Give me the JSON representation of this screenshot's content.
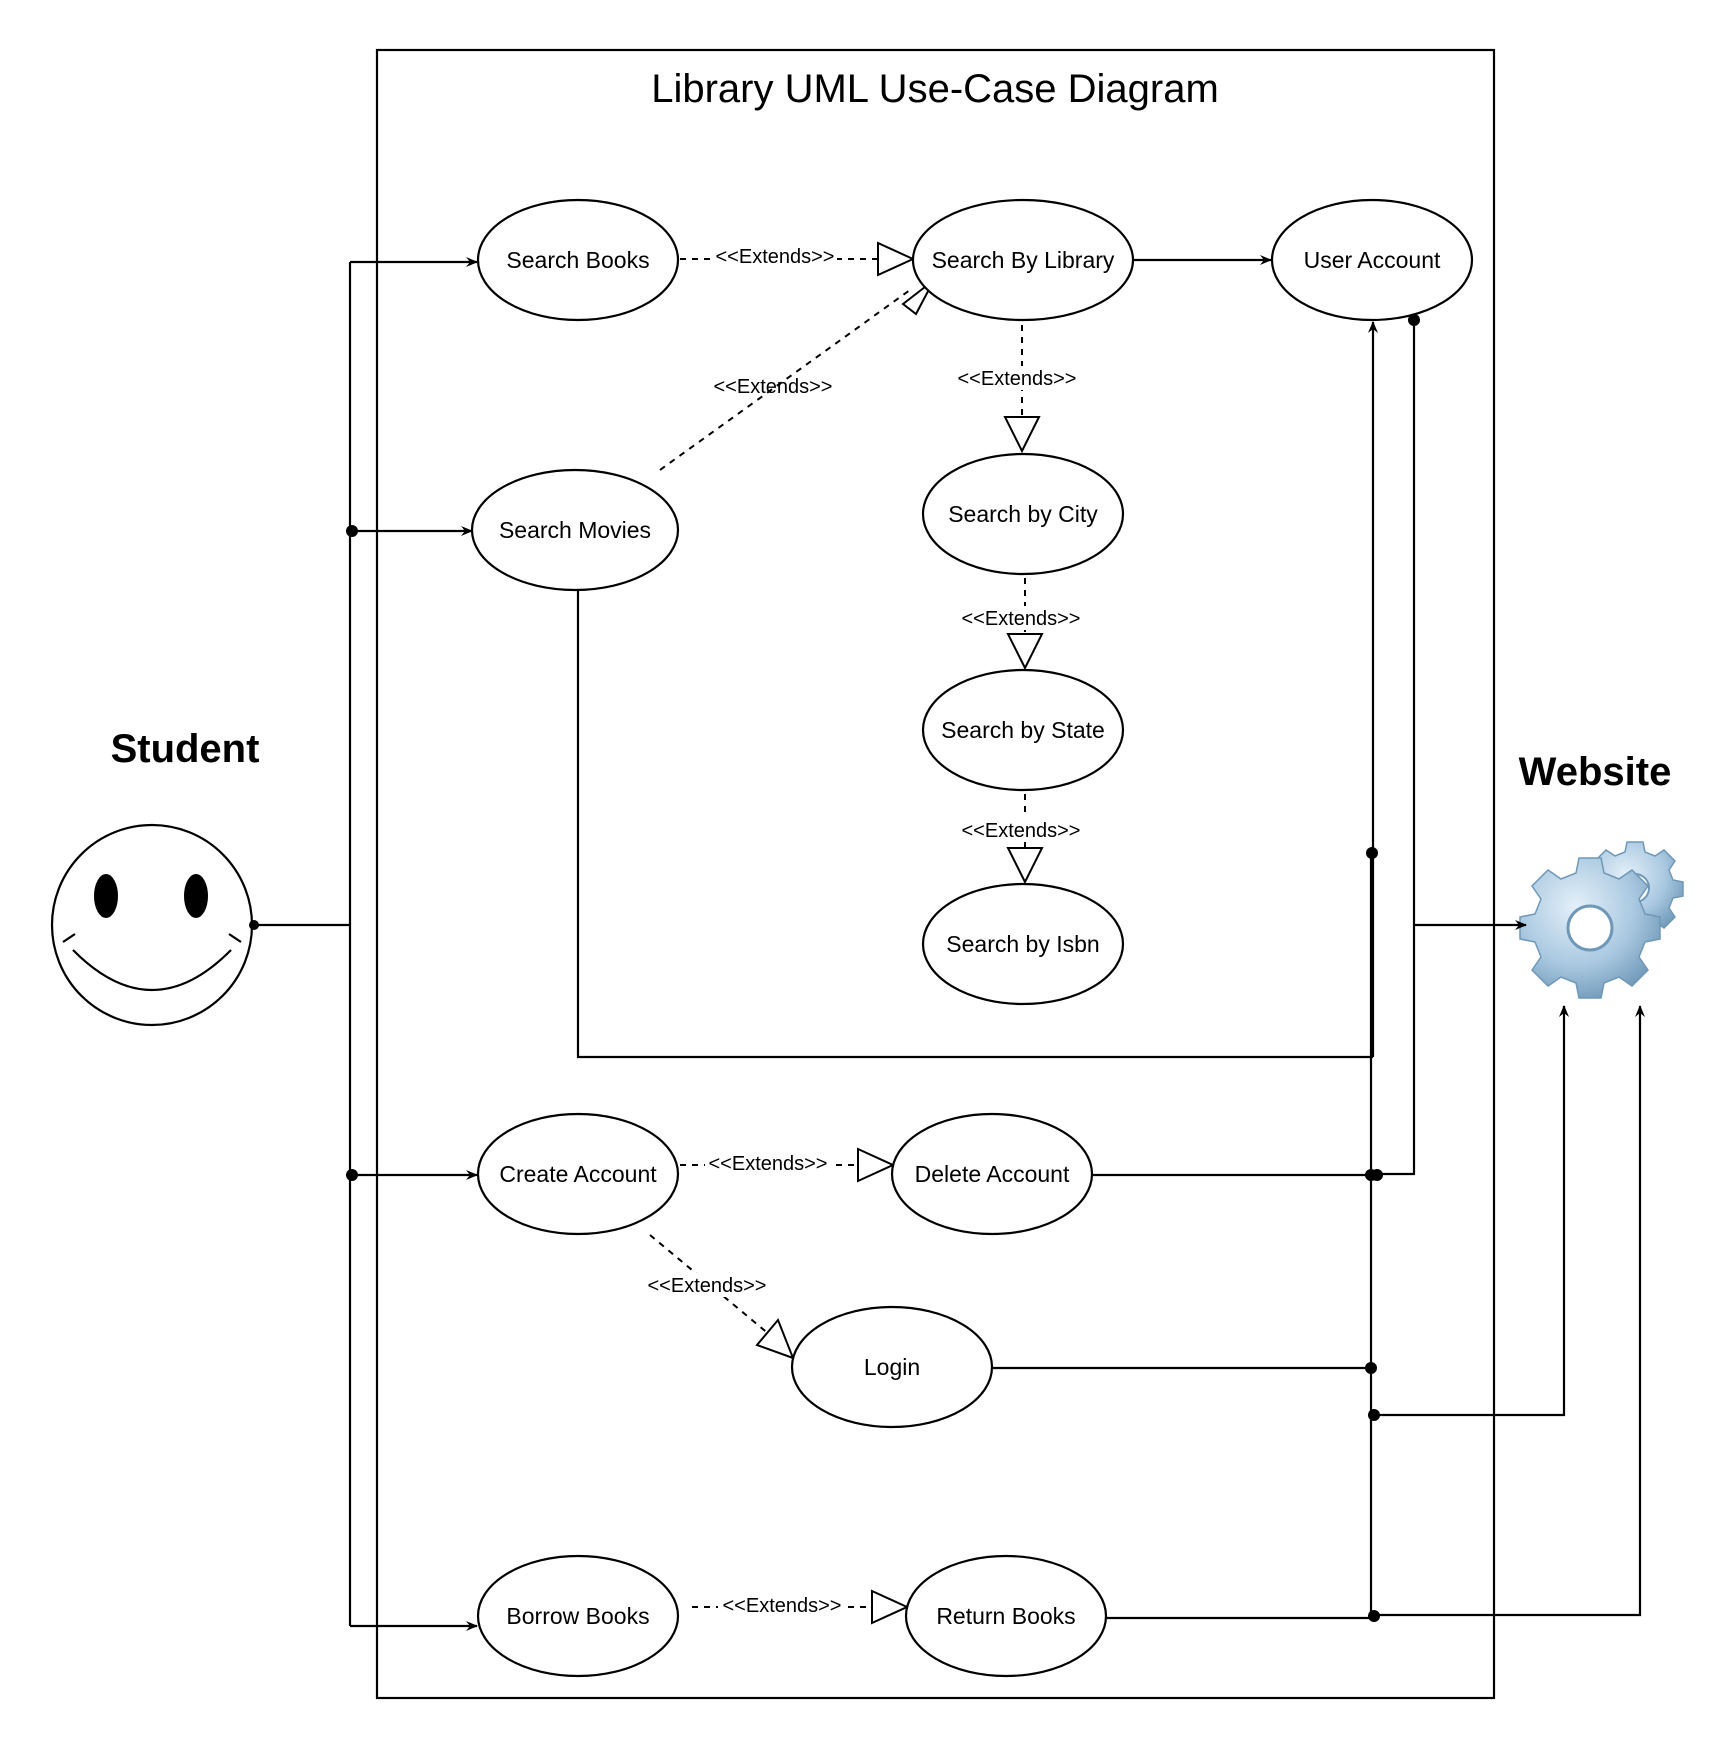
{
  "title": "Library UML Use-Case Diagram",
  "actors": {
    "student": "Student",
    "website": "Website"
  },
  "use_cases": {
    "search_books": "Search Books",
    "search_by_library": "Search By Library",
    "user_account": "User Account",
    "search_movies": "Search Movies",
    "search_by_city": "Search by City",
    "search_by_state": "Search by State",
    "search_by_isbn": "Search by Isbn",
    "create_account": "Create Account",
    "delete_account": "Delete Account",
    "login": "Login",
    "borrow_books": "Borrow Books",
    "return_books": "Return Books"
  },
  "relations": {
    "extends_label": "<<Extends>>"
  },
  "icons": {
    "student": "smiley-face-icon",
    "website": "gears-icon"
  },
  "colors": {
    "stroke": "#000000",
    "gear_fill": "#a9c8e0",
    "gear_shadow": "#6f98b8"
  }
}
